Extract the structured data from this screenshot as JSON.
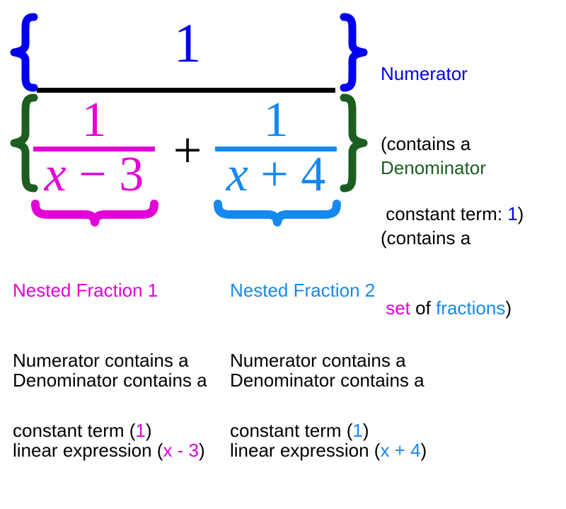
{
  "colors": {
    "numerator_blue": "#0000ee",
    "denominator_green": "#1b5e20",
    "nested1_magenta": "#e300d8",
    "nested2_blue": "#1589ee",
    "text_black": "#000000",
    "background": "#ffffff"
  },
  "expression": {
    "description": "Complex fraction: 1 over ( 1/(x-3) + 1/(x+4) )",
    "outer_numerator": "1",
    "outer_denominator_terms": [
      {
        "numerator": "1",
        "denominator_var": "x",
        "operator": "−",
        "denominator_const": "3"
      },
      {
        "numerator": "1",
        "denominator_var": "x",
        "operator": "+",
        "denominator_const": "4"
      }
    ],
    "between_operator": "+"
  },
  "math": {
    "top_one": "1",
    "nested1_one": "1",
    "nested1_x": "x",
    "nested1_minus": "−",
    "nested1_three": "3",
    "plus": "+",
    "nested2_one": "1",
    "nested2_x": "x",
    "nested2_plus": "+",
    "nested2_four": "4"
  },
  "annotations": {
    "numerator": {
      "title": "Numerator",
      "line2": "(contains a",
      "line3_prefix": " constant term: ",
      "line3_value": "1",
      "line3_suffix": ")"
    },
    "denominator": {
      "title": "Denominator",
      "line2": "(contains a",
      "line3_indent": " ",
      "line3_set": "set",
      "line3_of": " of ",
      "line3_fractions": "fractions",
      "line3_suffix": ")"
    },
    "nested1": {
      "title": "Nested Fraction 1",
      "num_line1": "Numerator contains a",
      "num_line2_prefix": "constant term (",
      "num_line2_value": "1",
      "num_line2_suffix": ")",
      "den_line1": "Denominator contains a",
      "den_line2_prefix": "linear expression (",
      "den_line2_value": "x - 3",
      "den_line2_suffix": ")"
    },
    "nested2": {
      "title": "Nested Fraction 2",
      "num_line1": "Numerator contains a",
      "num_line2_prefix": "constant term (",
      "num_line2_value": "1",
      "num_line2_suffix": ")",
      "den_line1": "Denominator contains a",
      "den_line2_prefix": "linear expression (",
      "den_line2_value": "x + 4",
      "den_line2_suffix": ")"
    }
  },
  "icons": {
    "left_brace_numerator": "curly-brace-left",
    "right_brace_numerator": "curly-brace-right",
    "left_brace_denominator": "curly-brace-left",
    "right_brace_denominator": "curly-brace-right",
    "underbrace_nested1": "underbrace",
    "underbrace_nested2": "underbrace"
  }
}
